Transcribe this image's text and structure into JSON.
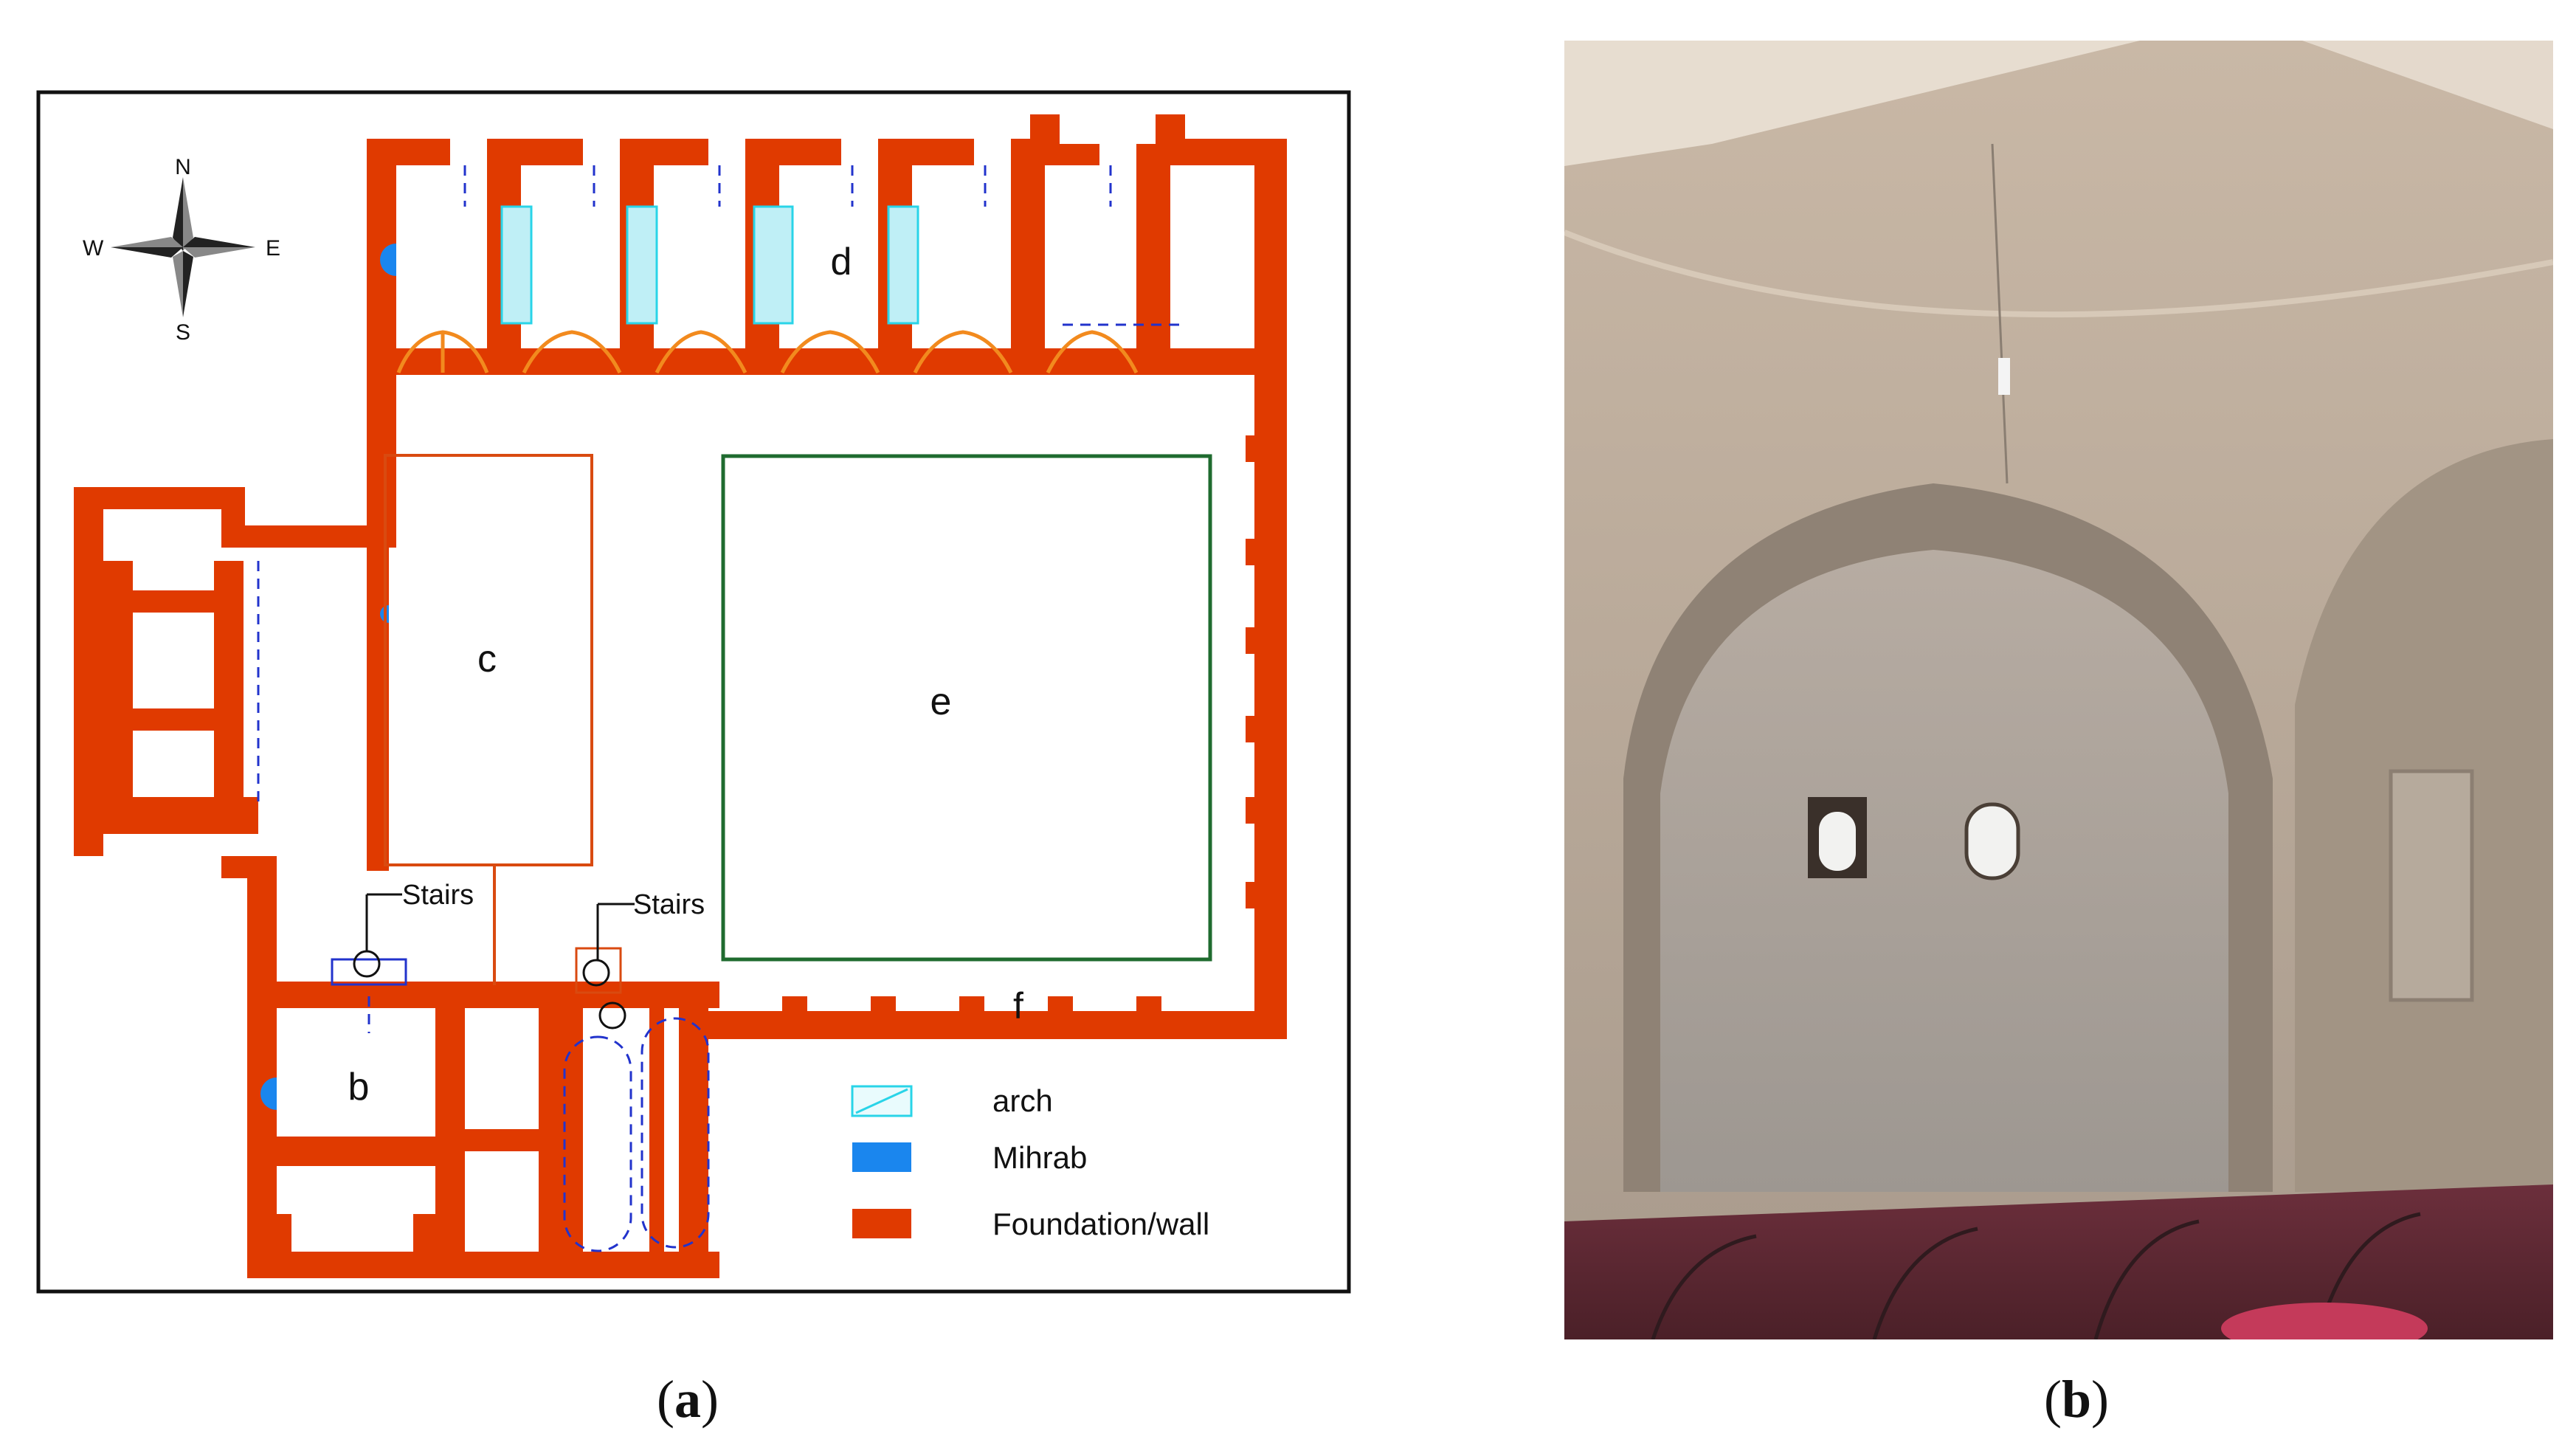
{
  "plan": {
    "compass": {
      "north": "N",
      "south": "S",
      "east": "E",
      "west": "W"
    },
    "room_labels": {
      "b": "b",
      "c": "c",
      "d": "d",
      "e": "e",
      "f": "f"
    },
    "stairs_labels": [
      "Stairs",
      "Stairs"
    ],
    "legend": [
      {
        "label": "arch",
        "color": "#29d4e8"
      },
      {
        "label": "Mihrab",
        "color": "#1a86ee"
      },
      {
        "label": "Foundation/wall",
        "color": "#e03a00"
      }
    ],
    "colors": {
      "wall": "#e03a00",
      "mihrab": "#1a86ee",
      "arch": "#29d4e8",
      "arch_curve": "#f28a1e",
      "dashed_opening": "#2233cc",
      "courtyard_outline": "#1f6b2f",
      "room_c_outline": "#d94a10"
    }
  },
  "captions": {
    "a": {
      "open": "(",
      "letter": "a",
      "close": ")"
    },
    "b": {
      "open": "(",
      "letter": "b",
      "close": ")"
    }
  }
}
